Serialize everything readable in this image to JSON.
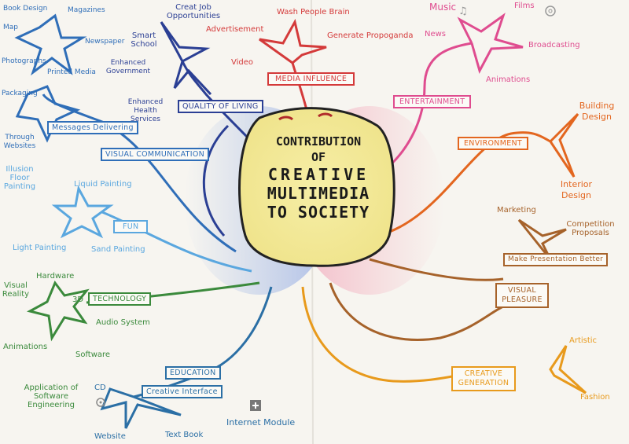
{
  "center": {
    "line1": "CONTRIBUTION",
    "line2": "OF",
    "line3": "CREATIVE",
    "line4": "MULTIMEDIA",
    "line5": "TO SOCIETY"
  },
  "branches": {
    "quality_of_living": {
      "label": "QUALITY OF LIVING",
      "items": [
        "Creat Job Opportunities",
        "Smart School",
        "Enhanced Government",
        "Enhanced Health Services"
      ]
    },
    "visual_communication": {
      "label": "VISUAL COMMUNICATION",
      "sub_label": "Messages Delivering",
      "items": [
        "Book Design",
        "Magazines",
        "Map",
        "Newspaper",
        "Photographs",
        "Printed Media",
        "Packaging",
        "Through Websites"
      ]
    },
    "fun": {
      "label": "FUN",
      "items": [
        "Illusion Floor Painting",
        "Liquid Painting",
        "Light Painting",
        "Sand Painting"
      ]
    },
    "technology": {
      "label": "TECHNOLOGY",
      "items": [
        "Hardware",
        "Visual Reality",
        "3D",
        "Audio System",
        "Animations",
        "Software",
        "Application of Software Engineering"
      ]
    },
    "education": {
      "label": "EDUCATION",
      "sub_label": "Creative Interface",
      "items": [
        "CD",
        "Website",
        "Text Book",
        "Internet Module"
      ]
    },
    "media_influence": {
      "label": "MEDIA INFLUENCE",
      "items": [
        "Wash People Brain",
        "Advertisement",
        "Generate Propoganda",
        "Video"
      ]
    },
    "entertainment": {
      "label": "ENTERTAINMENT",
      "items": [
        "Music",
        "Films",
        "News",
        "Broadcasting",
        "Animations"
      ]
    },
    "environment": {
      "label": "ENVIRONMENT",
      "items": [
        "Building Design",
        "Interior Design"
      ]
    },
    "visual_pleasure": {
      "label": "VISUAL PLEASURE",
      "sub_label": "Make Presentation Better",
      "items": [
        "Marketing",
        "Competition Proposals"
      ]
    },
    "creative_generation": {
      "label": "CREATIVE GENERATION",
      "items": [
        "Artistic",
        "Fashion"
      ]
    }
  },
  "colors": {
    "navy": "#2b3f94",
    "blue": "#2f6eb8",
    "sky": "#5aa7df",
    "green": "#3b8a3c",
    "red": "#d43a3a",
    "pink": "#df4c8f",
    "orange": "#e3661f",
    "brown": "#a6622a",
    "amber": "#e89a1c",
    "center_fill": "#f2ea9a"
  }
}
